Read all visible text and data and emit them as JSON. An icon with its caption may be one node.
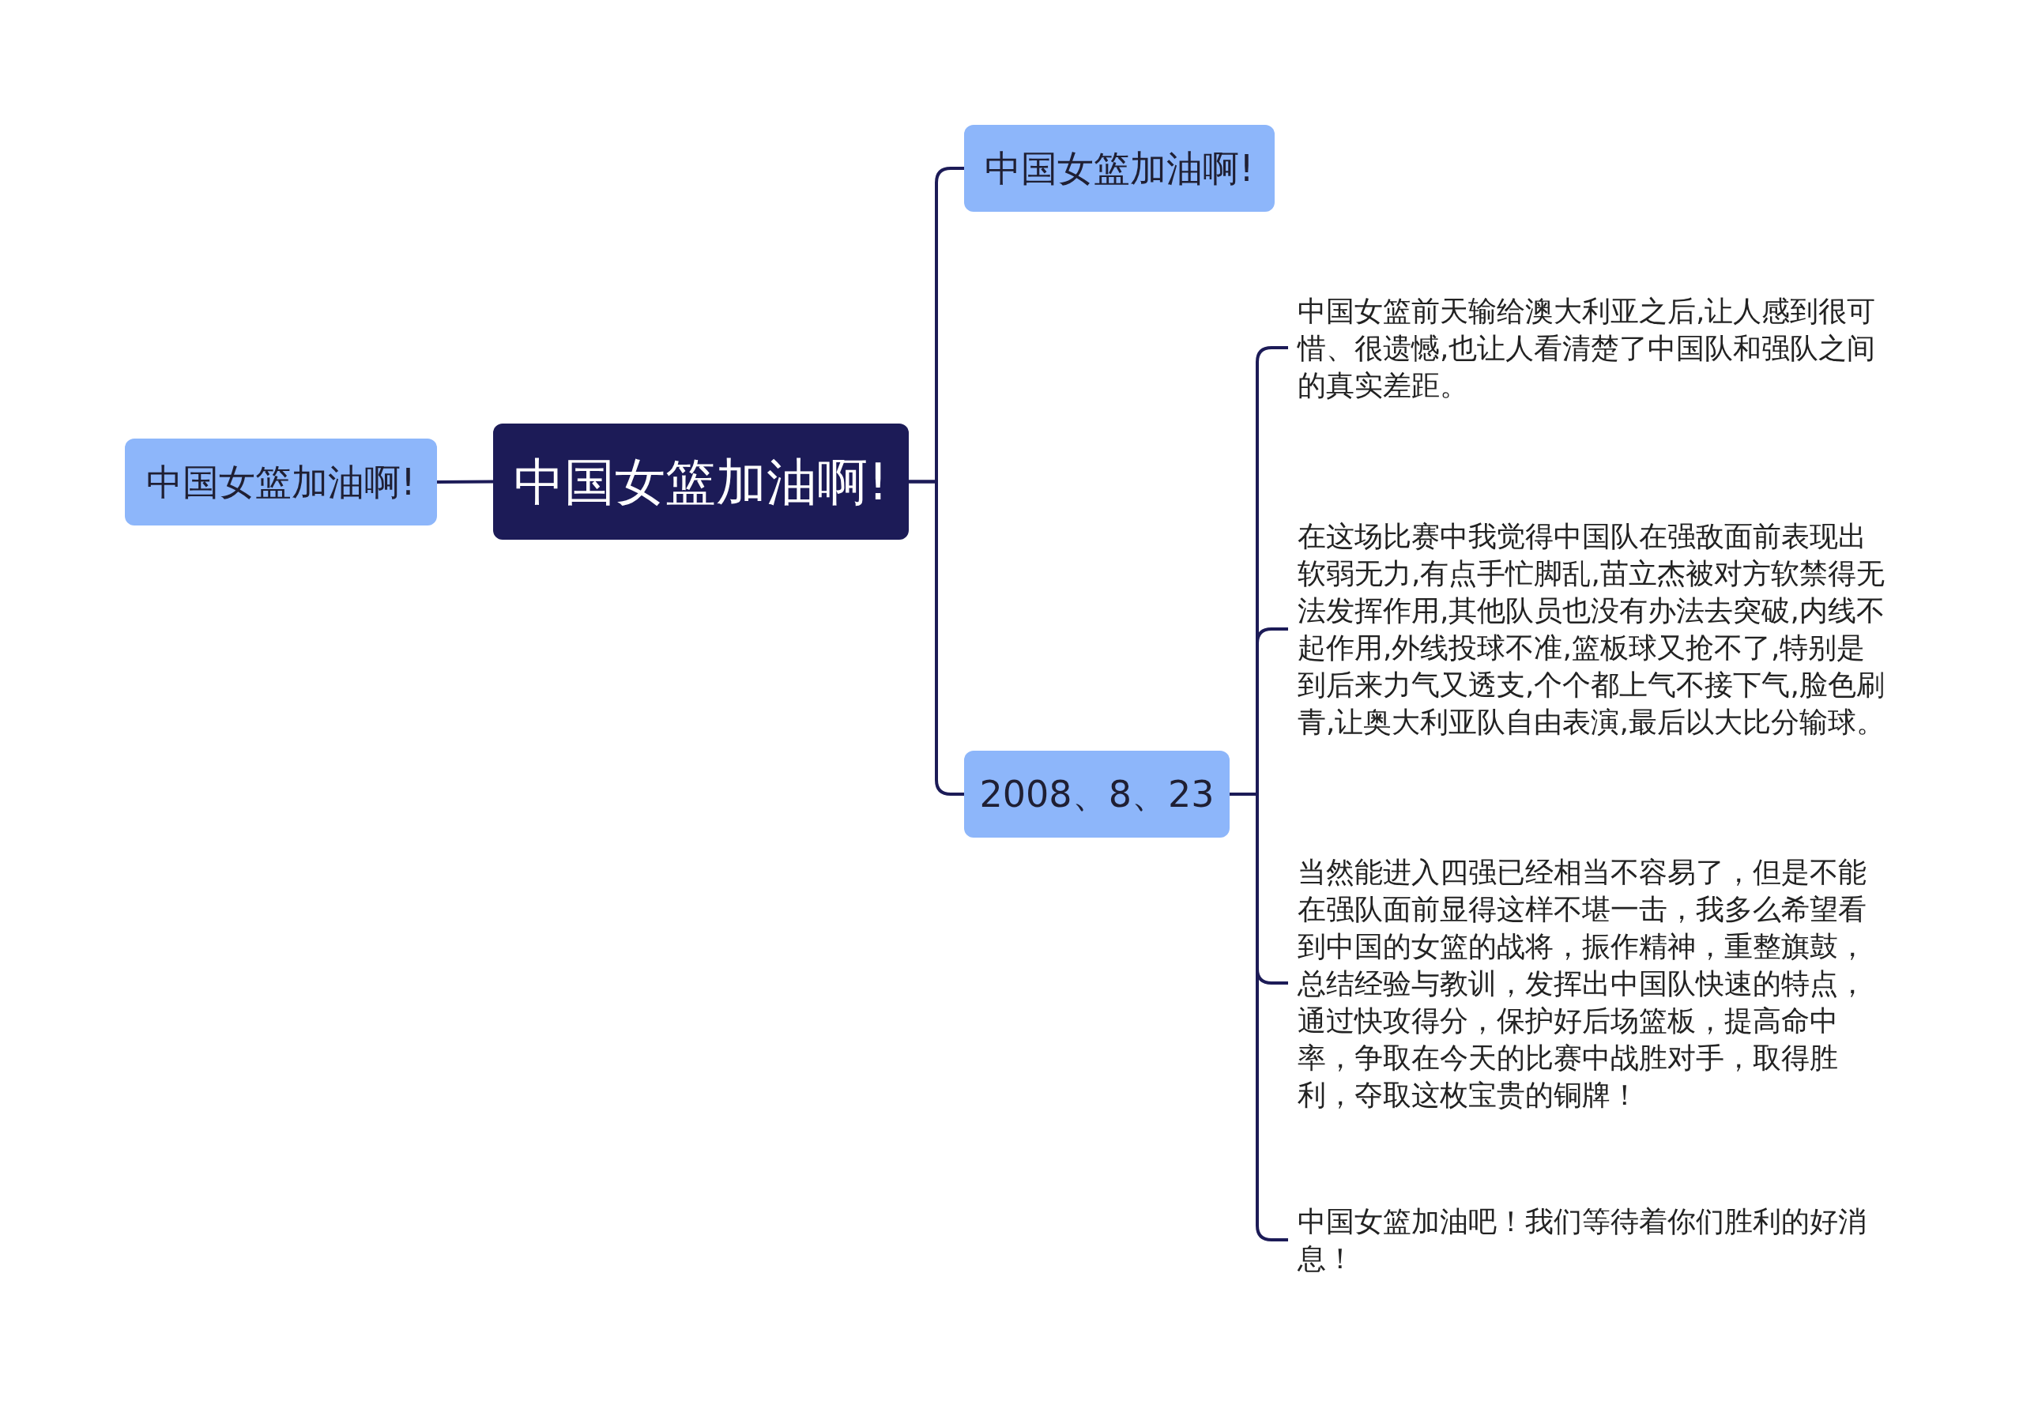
{
  "diagram": {
    "nodes": [
      {
        "text": [
          "中国女篮加油啊!"
        ]
      },
      {
        "text": [
          "中国女篮加油啊!"
        ]
      },
      {
        "text": [
          "中国女篮加油啊!"
        ]
      },
      {
        "text": [
          "2008、8、23"
        ]
      },
      {
        "text": [
          "中国女篮前天输给澳大利亚之后,让人感到很可惜、很遗憾,也让人看清楚了中国队和强队之间的真实差距。"
        ]
      },
      {
        "text": [
          "在这场比赛中我觉得中国队在强敌面前表现出软弱无力,有点手忙脚乱,苗立杰被对方软禁得无法发挥作用,其他队员也没有办法去突破,内线不起作用,外线投球不准,篮板球又抢不了,特别是到后来力气又透支,个个都上气不接下气,脸色刷青,让奥大利亚队自由表演,最后以大比分输球。"
        ]
      },
      {
        "text": [
          "当然能进入四强已经相当不容易了，但是不能在强队面前显得这样不堪一击，我多么希望看到中国的女篮的战将，振作精神，重整旗鼓，总结经验与教训，发挥出中国队快速的特点，通过快攻得分，保护好后场篮板，提高命中率，争取在今天的比赛中战胜对手，取得胜利，夺取这枚宝贵的铜牌！"
        ]
      },
      {
        "text": [
          "中国女篮加油吧！我们等待着你们胜利的好消息！"
        ]
      }
    ],
    "edges": [
      {
        "from": 0,
        "to": 1,
        "arrow": "none"
      },
      {
        "from": 0,
        "to": 2,
        "arrow": "none"
      },
      {
        "from": 0,
        "to": 3,
        "arrow": "none"
      },
      {
        "from": 3,
        "to": 4,
        "arrow": "none"
      },
      {
        "from": 3,
        "to": 5,
        "arrow": "none"
      },
      {
        "from": 3,
        "to": 6,
        "arrow": "none"
      },
      {
        "from": 3,
        "to": 7,
        "arrow": "none"
      }
    ]
  }
}
